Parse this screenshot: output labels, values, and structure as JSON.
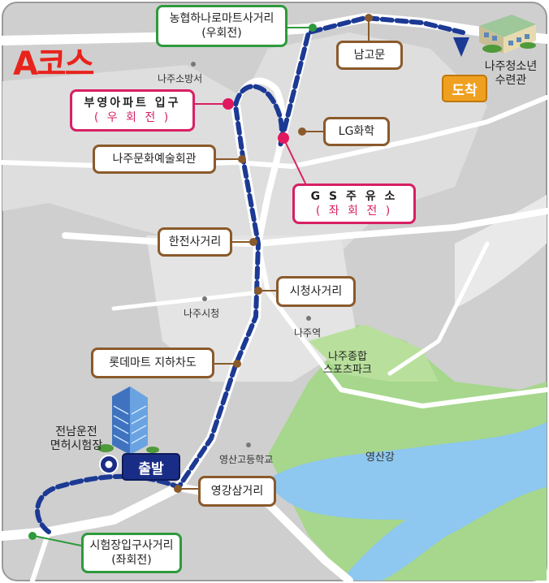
{
  "title": "A코스",
  "labels": {
    "nonghyup": [
      "농협하나로마트사거리",
      "(우회전)"
    ],
    "namgomun": [
      "남고문"
    ],
    "buyoung": [
      "부영아파트 입구",
      "( 우 회 전 )"
    ],
    "lg": [
      "LG화학"
    ],
    "munhwa": [
      "나주문화예술회관"
    ],
    "gs": [
      "G S 주 유 소",
      "( 좌 회 전 )"
    ],
    "hanjeon": [
      "한전사거리"
    ],
    "sicheong": [
      "시청사거리"
    ],
    "lotte": [
      "롯데마트 지하차도"
    ],
    "yeonggang": [
      "영강삼거리"
    ],
    "siheom": [
      "시험장입구사거리",
      "(좌회전)"
    ]
  },
  "places": {
    "sobangseo": "나주소방서",
    "sicheong_bldg": "나주시청",
    "station": "나주역",
    "sports": [
      "나주종합",
      "스포츠파크"
    ],
    "school": "영산고등학교",
    "river": "영산강",
    "youth": [
      "나주청소년",
      "수련관"
    ],
    "test_center": [
      "전남운전",
      "면허시험장"
    ]
  },
  "badges": {
    "arrive": "도착",
    "depart": "출발"
  },
  "colors": {
    "route": "#1c3a94",
    "brown": "#8a5a2b",
    "green": "#2e9a3c",
    "pink": "#d81f64",
    "title": "#e8231c"
  },
  "icons": [
    "building-icon",
    "tower-icon",
    "arrival-arrow-icon",
    "start-marker-icon"
  ]
}
